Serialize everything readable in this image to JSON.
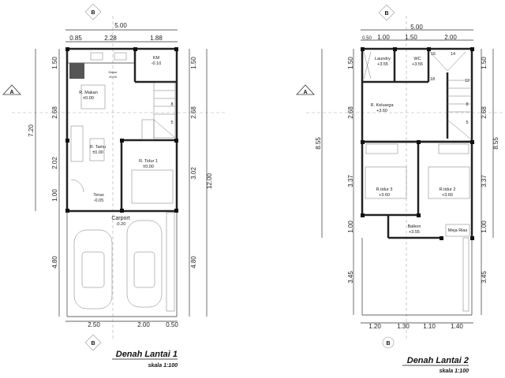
{
  "plan1": {
    "title": "Denah Lantai 1",
    "scale": "skala 1:100",
    "dims_top": {
      "total": "5.00",
      "a": "0.85",
      "b": "2.28",
      "c": "1.88"
    },
    "dims_left": {
      "a": "1.50",
      "b": "2.68",
      "c": "2.02",
      "d": "1.00",
      "e": "4.80",
      "overall": "7.20"
    },
    "dims_right": {
      "a": "1.50",
      "b": "2.68",
      "c": "3.02",
      "d": "4.80",
      "overall": "12.00"
    },
    "dims_bottom": {
      "a": "2.50",
      "b": "2.00",
      "c": "0.50"
    },
    "rooms": {
      "km": {
        "name": "KM",
        "level": "-0.10"
      },
      "dapur": {
        "name": "Dapur",
        "level": "±0.00"
      },
      "makan": {
        "name": "R. Makan",
        "level": "±0.00"
      },
      "tamu": {
        "name": "R. Tamu",
        "level": "±0.00"
      },
      "tidur1": {
        "name": "R. Tidur 1",
        "level": "±0.00"
      },
      "teras": {
        "name": "Teras",
        "level": "-0.05"
      },
      "carport": {
        "name": "Carport",
        "level": "-0.20"
      }
    },
    "stair_numbers": [
      "8",
      "5"
    ],
    "markers": {
      "top": "B",
      "left": "A",
      "bottom": "B"
    }
  },
  "plan2": {
    "title": "Denah Lantai 2",
    "scale": "skala 1:100",
    "dims_top": {
      "total": "5.00",
      "a": "0.50",
      "b": "1.00",
      "c": "1.50",
      "d": "2.00"
    },
    "dims_left": {
      "a": "1.50",
      "b": "2.68",
      "c": "3.37",
      "d": "1.00",
      "e": "3.45",
      "overall": "8.55"
    },
    "dims_right": {
      "a": "1.50",
      "b": "2.68",
      "c": "3.37",
      "d": "1.00",
      "e": "3.45",
      "overall": "8.55"
    },
    "dims_bottom": {
      "a": "1.20",
      "b": "1.30",
      "c": "1.10",
      "d": "1.40"
    },
    "rooms": {
      "laundry": {
        "name": "Laundry",
        "level": "+3.55"
      },
      "wc": {
        "name": "WC",
        "level": "+3.55"
      },
      "keluarga": {
        "name": "R. Keluarga",
        "level": "+3.60"
      },
      "tidur3": {
        "name": "R.tidur 3",
        "level": "+3.60"
      },
      "tidur2": {
        "name": "R.tidur 2",
        "level": "+3.60"
      },
      "balkon": {
        "name": "Balkon",
        "level": "+3.55"
      },
      "meja": {
        "name": "Meja Rias"
      }
    },
    "stair_numbers": [
      "16",
      "14",
      "18",
      "12",
      "8",
      "5"
    ],
    "markers": {
      "top": "B",
      "left": "A",
      "bottom": "B"
    }
  }
}
